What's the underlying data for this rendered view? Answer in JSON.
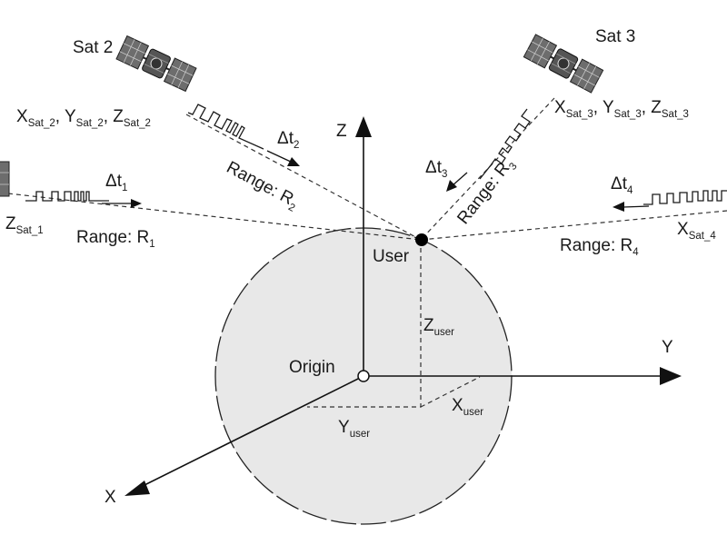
{
  "labels": {
    "sat2": "Sat 2",
    "sat3": "Sat 3",
    "sat2_coords": {
      "x": "X",
      "x_sub": "Sat_2",
      "y": "Y",
      "y_sub": "Sat_2",
      "z": "Z",
      "z_sub": "Sat_2"
    },
    "sat3_coords": {
      "x": "X",
      "x_sub": "Sat_3",
      "y": "Y",
      "y_sub": "Sat_3",
      "z": "Z",
      "z_sub": "Sat_3"
    },
    "sat1_z": {
      "main": "Z",
      "sub": "Sat_1"
    },
    "sat4_x": {
      "main": "X",
      "sub": "Sat_4"
    },
    "dt1": {
      "main": "Δt",
      "sub": "1"
    },
    "dt2": {
      "main": "Δt",
      "sub": "2"
    },
    "dt3": {
      "main": "Δt",
      "sub": "3"
    },
    "dt4": {
      "main": "Δt",
      "sub": "4"
    },
    "range1": {
      "main": "Range: R",
      "sub": "1"
    },
    "range2": {
      "main": "Range: R",
      "sub": "2"
    },
    "range3": {
      "main": "Range: R",
      "sub": "3"
    },
    "range4": {
      "main": "Range: R",
      "sub": "4"
    },
    "user": "User",
    "origin": "Origin",
    "axis_x": "X",
    "axis_y": "Y",
    "axis_z": "Z",
    "z_user": {
      "main": "Z",
      "sub": "user"
    },
    "y_user": {
      "main": "Y",
      "sub": "user"
    },
    "x_user": {
      "main": "X",
      "sub": "user"
    }
  },
  "colors": {
    "earth_fill": "#e8e8e8",
    "line": "#1a1a1a"
  }
}
